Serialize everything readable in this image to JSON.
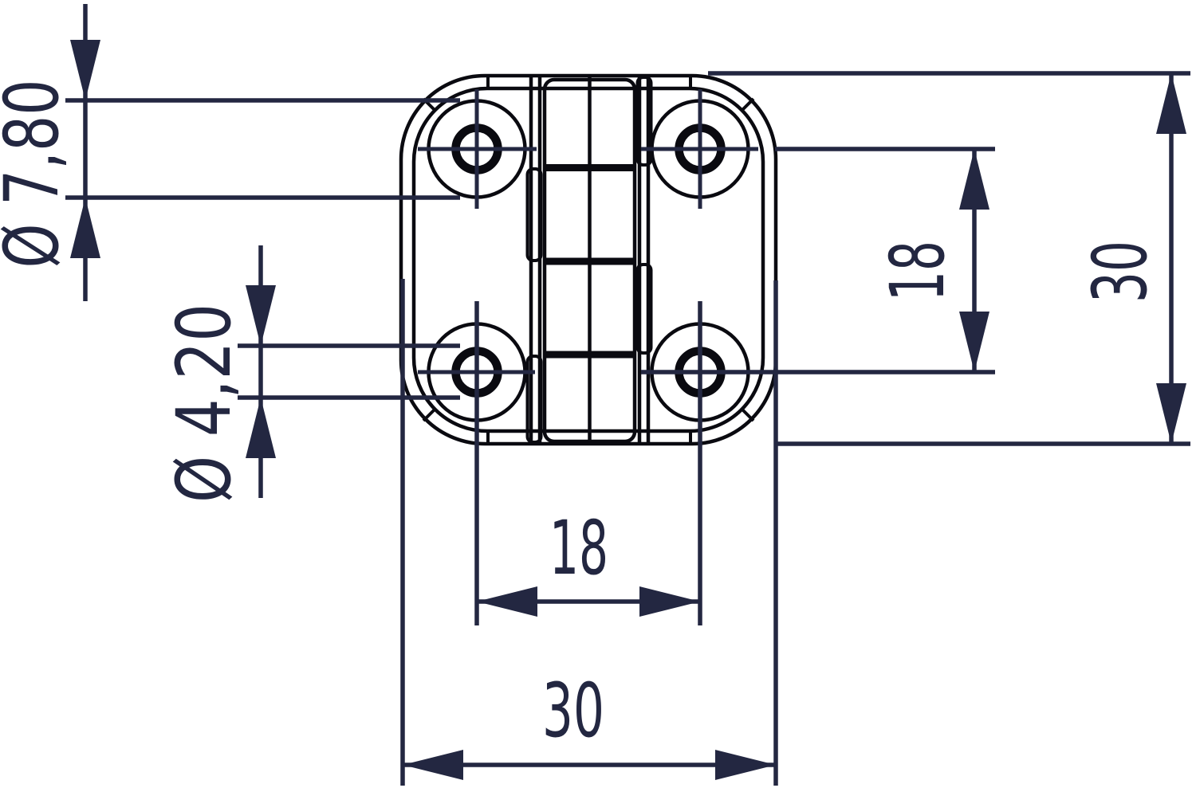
{
  "drawing": {
    "background_color": "#ffffff",
    "part_line_color": "#0a0a10",
    "dimension_line_color": "#232741",
    "dimension_labels": {
      "counterbore_diameter": "Ø 7,80",
      "hole_diameter": "Ø 4,20",
      "hole_pitch_vertical": "18",
      "overall_height": "30",
      "hole_pitch_horizontal": "18",
      "overall_width": "30"
    }
  }
}
